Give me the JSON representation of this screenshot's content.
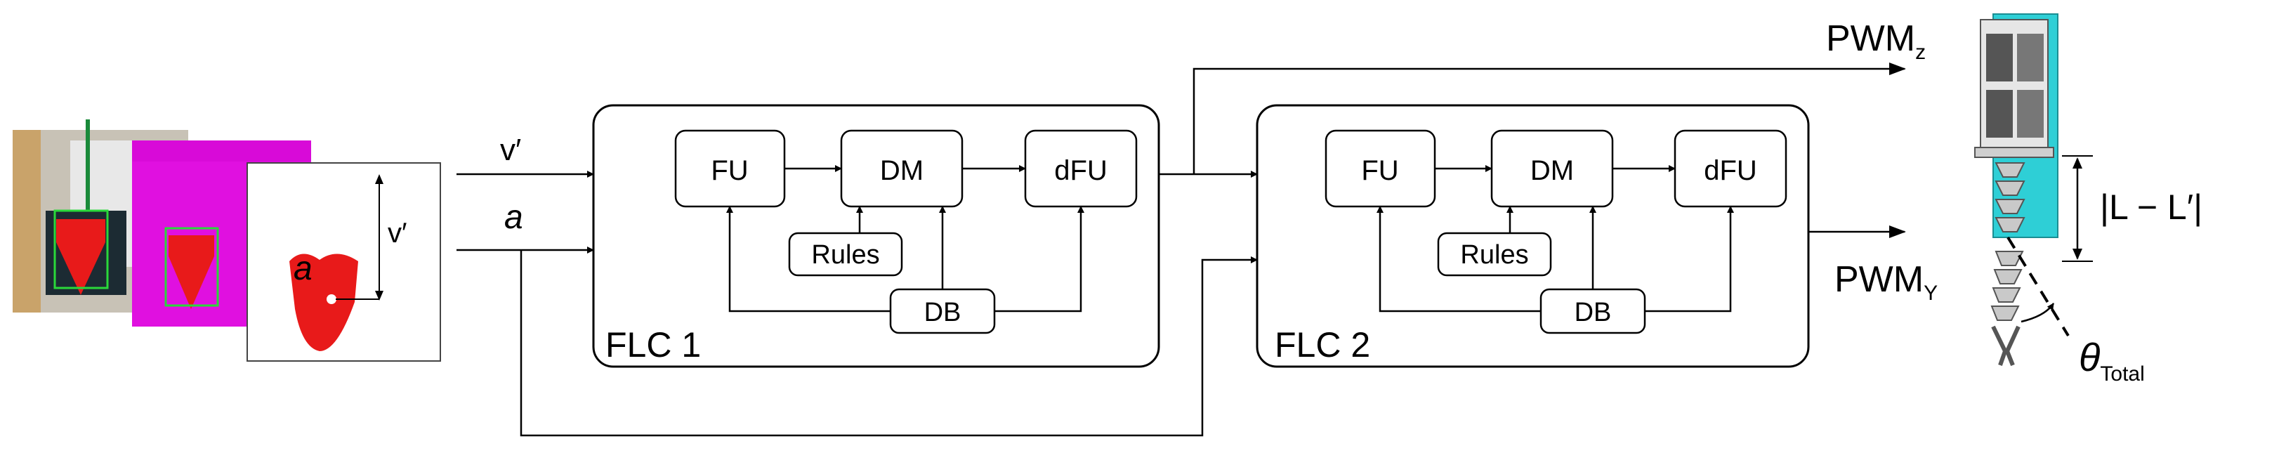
{
  "inputs": {
    "v_label": "v′",
    "a_label": "a",
    "image_v_label": "v′",
    "image_a_label": "a"
  },
  "flc1": {
    "title": "FLC 1",
    "fu": "FU",
    "dm": "DM",
    "dfu": "dFU",
    "rules": "Rules",
    "db": "DB"
  },
  "flc2": {
    "title": "FLC 2",
    "fu": "FU",
    "dm": "DM",
    "dfu": "dFU",
    "rules": "Rules",
    "db": "DB"
  },
  "outputs": {
    "pwm_z": "PWM",
    "pwm_z_sub": "z",
    "pwm_y": "PWM",
    "pwm_y_sub": "Y"
  },
  "robot": {
    "length_label": "|L − L′|",
    "theta": "θ",
    "theta_sub": "Total"
  },
  "colors": {
    "line": "#000000",
    "strawberry": "#e81a1a",
    "magenta": "#e010e0",
    "robot_frame": "#2ecfd6"
  }
}
